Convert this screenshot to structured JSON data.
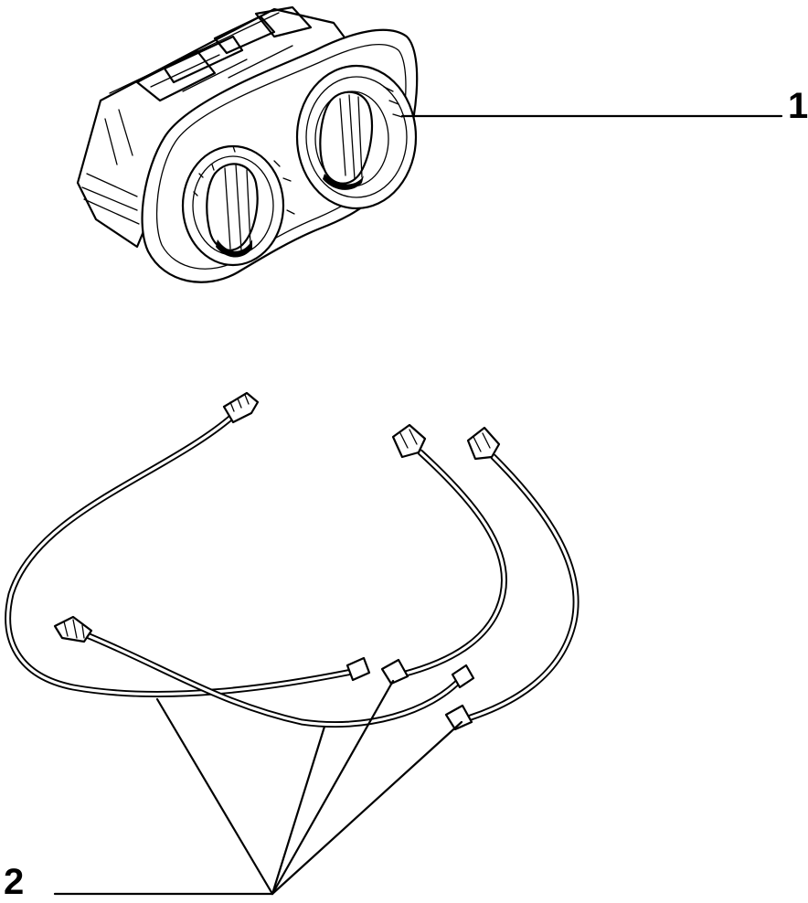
{
  "callouts": [
    {
      "id": "1",
      "label": "1",
      "part": "heater-control-panel"
    },
    {
      "id": "2",
      "label": "2",
      "part": "control-cables"
    }
  ],
  "colors": {
    "line": "#000000",
    "background": "#ffffff"
  }
}
